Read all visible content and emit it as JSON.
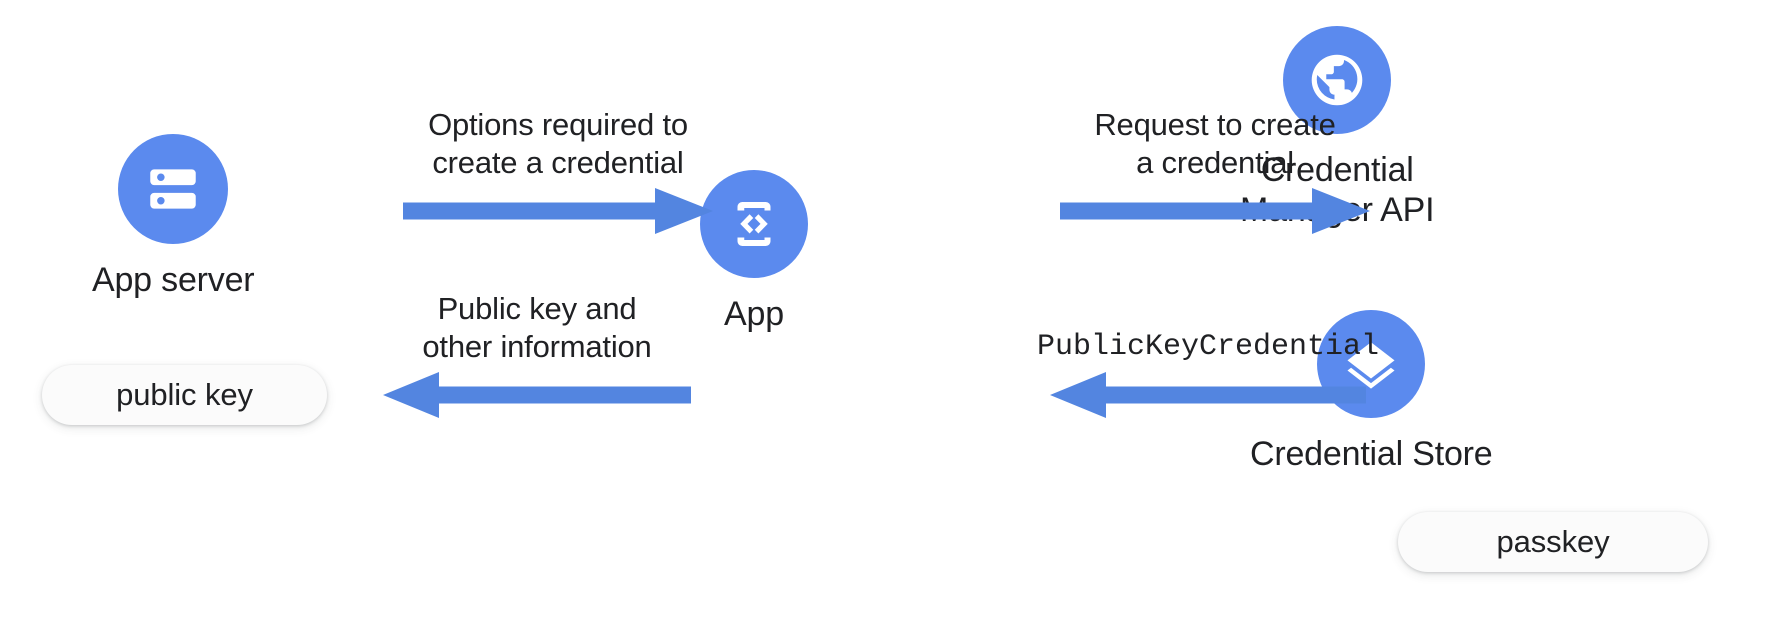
{
  "colors": {
    "brand_blue": "#5b8aee",
    "arrow_blue": "#5385e0",
    "text": "#202124",
    "pill_bg": "#fbfbfb",
    "background": "#ffffff"
  },
  "nodes": [
    {
      "id": "app-server",
      "label": "App server",
      "icon": "server-icon",
      "chip": {
        "label": "public key",
        "name": "public-key-chip"
      }
    },
    {
      "id": "app",
      "label": "App",
      "icon": "app-code-phone-icon",
      "chip": null
    },
    {
      "id": "credential-manager-api",
      "label": "Credential\nManager API",
      "icon": "globe-icon",
      "chip": null
    },
    {
      "id": "credential-store",
      "label": "Credential Store",
      "icon": "layers-stack-icon",
      "chip": {
        "label": "passkey",
        "name": "passkey-chip"
      }
    }
  ],
  "arrows": [
    {
      "id": "options-required",
      "caption": "Options required to\ncreate a credential",
      "direction": "right",
      "from": "app-server",
      "to": "app",
      "mono": false
    },
    {
      "id": "public-key-and-other-information",
      "caption": "Public key and\nother information",
      "direction": "left",
      "from": "app",
      "to": "app-server",
      "mono": false
    },
    {
      "id": "request-to-create",
      "caption": "Request to create\na credential",
      "direction": "right",
      "from": "app",
      "to": "credential-manager-api",
      "mono": false
    },
    {
      "id": "public-key-credential",
      "caption": "PublicKeyCredential",
      "direction": "left",
      "from": "credential-store",
      "to": "app",
      "mono": true
    }
  ]
}
